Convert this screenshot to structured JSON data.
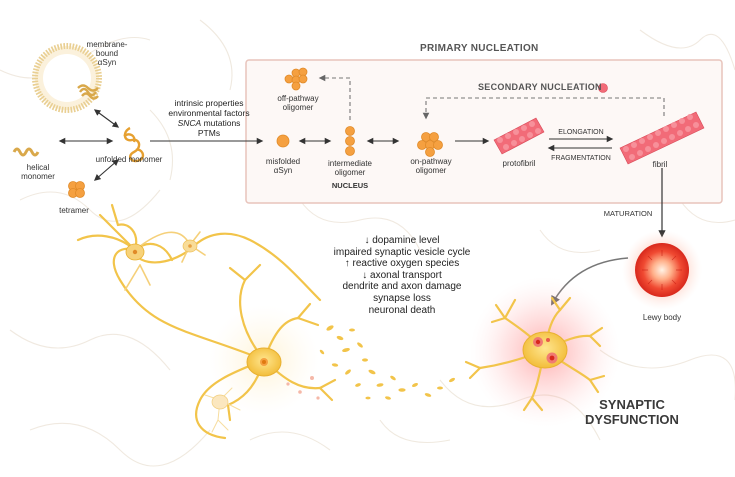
{
  "colors": {
    "accent_pink": "#f0707a",
    "box_border": "#e8c4bc",
    "box_fill": "#fdf8f6",
    "neuron": "#f2c44a",
    "oligomer": "#f5a040",
    "lewy": "#e8402f"
  },
  "monomers": {
    "membrane_bound": "membrane-\nbound\nαSyn",
    "helical": "helical\nmonomer",
    "unfolded": "unfolded monomer",
    "tetramer": "tetramer"
  },
  "factors": {
    "line1": "intrinsic properties",
    "line2": "environmental factors",
    "line3_em": "SNCA",
    "line3_rest": " mutations",
    "line4": "PTMs"
  },
  "primary": {
    "title": "PRIMARY NUCLEATION",
    "off_pathway": "off-pathway\noligomer",
    "misfolded": "misfolded\nαSyn",
    "intermediate": "intermediate\noligomer",
    "nucleus": "NUCLEUS",
    "on_pathway": "on-pathway\noligomer",
    "protofibril": "protofibril",
    "fibril": "fibril",
    "elongation": "ELONGATION",
    "fragmentation": "FRAGMENTATION"
  },
  "secondary": {
    "title": "SECONDARY NUCLEATION"
  },
  "maturation": "MATURATION",
  "lewy_body": "Lewy body",
  "effects": [
    "↓ dopamine level",
    "impaired synaptic vesicle cycle",
    "↑ reactive oxygen species",
    "↓ axonal transport",
    "dendrite and axon damage",
    "synapse loss",
    "neuronal death"
  ],
  "synaptic": "SYNAPTIC\nDYSFUNCTION"
}
